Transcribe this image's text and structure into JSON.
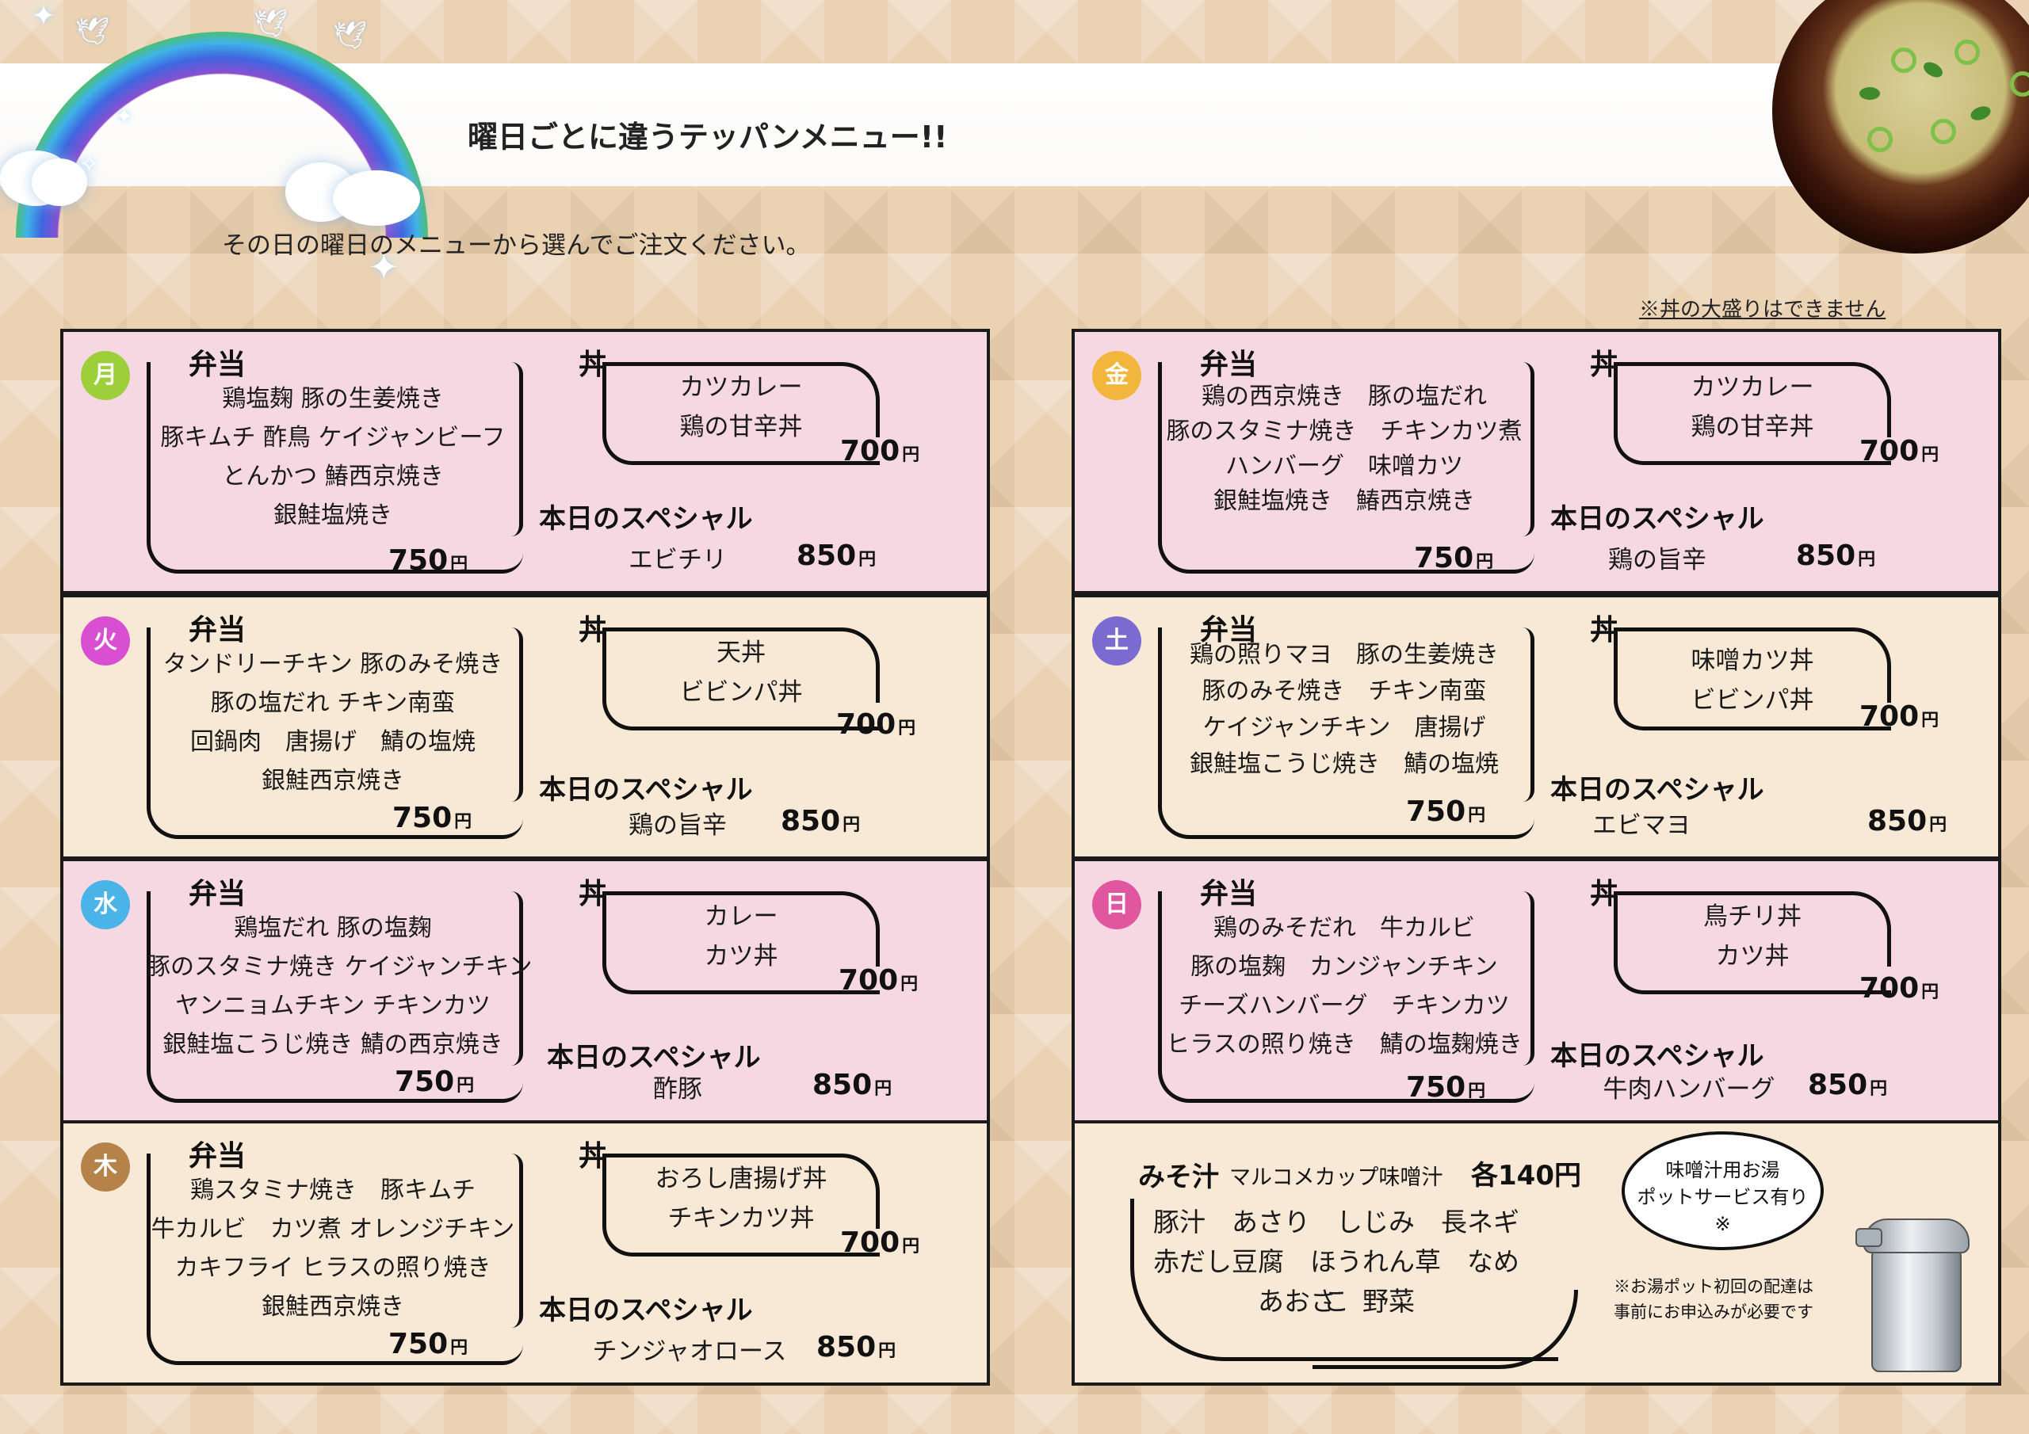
{
  "header": {
    "title": "曜日ごとに違うテッパンメニュー!!",
    "subtitle": "その日の曜日のメニューから選んでご注文ください。",
    "note": "※丼の大盛りはできません"
  },
  "labels": {
    "bento": "弁当",
    "don": "丼",
    "special": "本日のスペシャル",
    "yen": "円"
  },
  "colors": {
    "mon": "#9ccf3a",
    "tue": "#d94fd1",
    "wed": "#4ab3e8",
    "thu": "#b5834a",
    "fri": "#f2b63c",
    "sat": "#7b6bd0",
    "sun": "#e0579f",
    "panel_pink": "#f5d8e2",
    "panel_cream": "#f8e8d6"
  },
  "days": {
    "mon": {
      "badge": "月",
      "bento_items": [
        "鶏塩麹 豚の生姜焼き",
        "豚キムチ 酢鳥 ケイジャンビーフ",
        "とんかつ 鰆西京焼き",
        "銀鮭塩焼き"
      ],
      "bento_price": "750",
      "don_items": [
        "カツカレー",
        "鶏の甘辛丼"
      ],
      "don_price": "700",
      "special_item": "エビチリ",
      "special_price": "850"
    },
    "tue": {
      "badge": "火",
      "bento_items": [
        "タンドリーチキン 豚のみそ焼き",
        "豚の塩だれ チキン南蛮",
        "回鍋肉　唐揚げ　鯖の塩焼",
        "銀鮭西京焼き"
      ],
      "bento_price": "750",
      "don_items": [
        "天丼",
        "ビビンパ丼"
      ],
      "don_price": "700",
      "special_item": "鶏の旨辛",
      "special_price": "850"
    },
    "wed": {
      "badge": "水",
      "bento_items": [
        "鶏塩だれ 豚の塩麹",
        "豚のスタミナ焼き ケイジャンチキン",
        "ヤンニョムチキン チキンカツ",
        "銀鮭塩こうじ焼き 鯖の西京焼き"
      ],
      "bento_price": "750",
      "don_items": [
        "カレー",
        "カツ丼"
      ],
      "don_price": "700",
      "special_item": "酢豚",
      "special_price": "850"
    },
    "thu": {
      "badge": "木",
      "bento_items": [
        "鶏スタミナ焼き　豚キムチ",
        "牛カルビ　カツ煮 オレンジチキン",
        "カキフライ ヒラスの照り焼き",
        "銀鮭西京焼き"
      ],
      "bento_price": "750",
      "don_items": [
        "おろし唐揚げ丼",
        "チキンカツ丼"
      ],
      "don_price": "700",
      "special_item": "チンジャオロース",
      "special_price": "850"
    },
    "fri": {
      "badge": "金",
      "bento_items": [
        "鶏の西京焼き　豚の塩だれ",
        "豚のスタミナ焼き　チキンカツ煮",
        "ハンバーグ　味噌カツ",
        "銀鮭塩焼き　鰆西京焼き"
      ],
      "bento_price": "750",
      "don_items": [
        "カツカレー",
        "鶏の甘辛丼"
      ],
      "don_price": "700",
      "special_item": "鶏の旨辛",
      "special_price": "850"
    },
    "sat": {
      "badge": "土",
      "bento_items": [
        "鶏の照りマヨ　豚の生姜焼き",
        "豚のみそ焼き　チキン南蛮",
        "ケイジャンチキン　唐揚げ",
        "銀鮭塩こうじ焼き　鯖の塩焼"
      ],
      "bento_price": "750",
      "don_items": [
        "味噌カツ丼",
        "ビビンパ丼"
      ],
      "don_price": "700",
      "special_item": "エビマヨ",
      "special_price": "850"
    },
    "sun": {
      "badge": "日",
      "bento_items": [
        "鶏のみそだれ　牛カルビ",
        "豚の塩麹　カンジャンチキン",
        "チーズハンバーグ　チキンカツ",
        "ヒラスの照り焼き　鯖の塩麹焼き"
      ],
      "bento_price": "750",
      "don_items": [
        "鳥チリ丼",
        "カツ丼"
      ],
      "don_price": "700",
      "special_item": "牛肉ハンバーグ",
      "special_price": "850"
    }
  },
  "miso": {
    "heading": "みそ汁",
    "subheading": "マルコメカップ味噌汁",
    "price": "各140円",
    "items": [
      "豚汁　あさり　しじみ　長ネギ",
      "赤だし豆腐　ほうれん草　なめこ",
      "あおさ　野菜"
    ],
    "bubble": [
      "味噌汁用お湯",
      "ポットサービス有り",
      "※"
    ],
    "note": [
      "※お湯ポット初回の配達は",
      "事前にお申込みが必要です"
    ]
  }
}
